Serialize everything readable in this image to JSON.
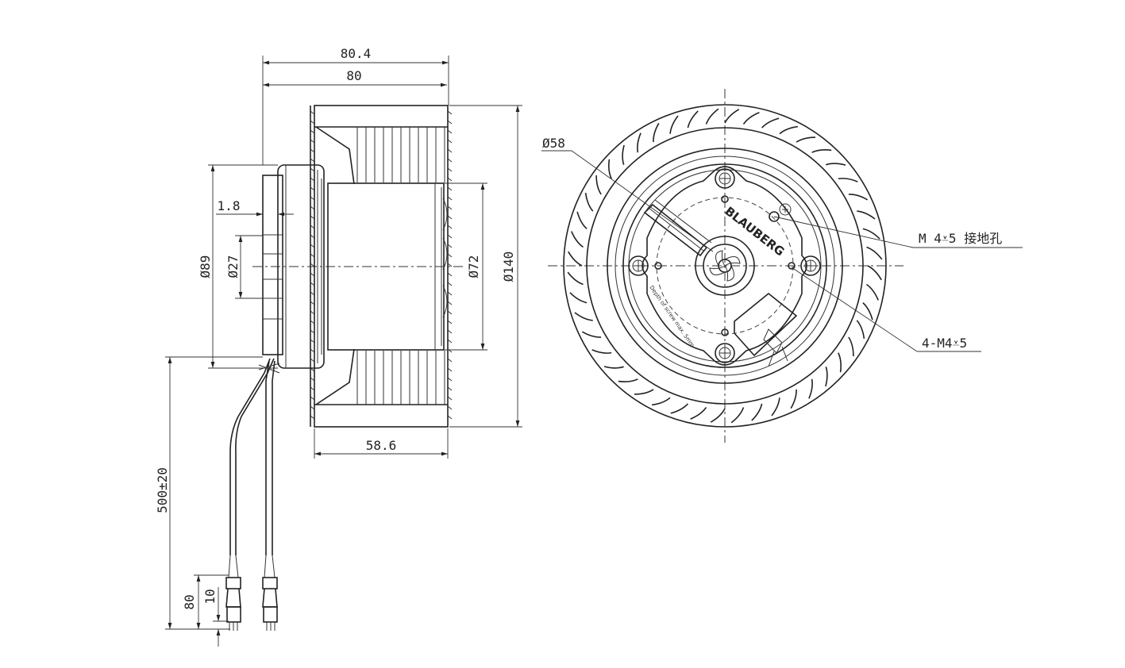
{
  "side_view": {
    "dims": {
      "overall_width": "80.4",
      "body_width": "80",
      "flange_thickness": "1.8",
      "flange_diameter": "Ø89",
      "shaft_diameter": "Ø27",
      "motor_diameter": "Ø72",
      "impeller_diameter": "Ø140",
      "impeller_depth": "58.6",
      "cable_length": "500±20",
      "strip_length": "80",
      "terminal_length": "10"
    }
  },
  "front_view": {
    "hub_diameter": "Ø58",
    "ground_hole": "M 4⩡5  接地孔",
    "mount_holes": "4-M4⩡5",
    "logo_text": "BLAUBERG",
    "depth_note": "Depth of screw max. 5mm"
  }
}
